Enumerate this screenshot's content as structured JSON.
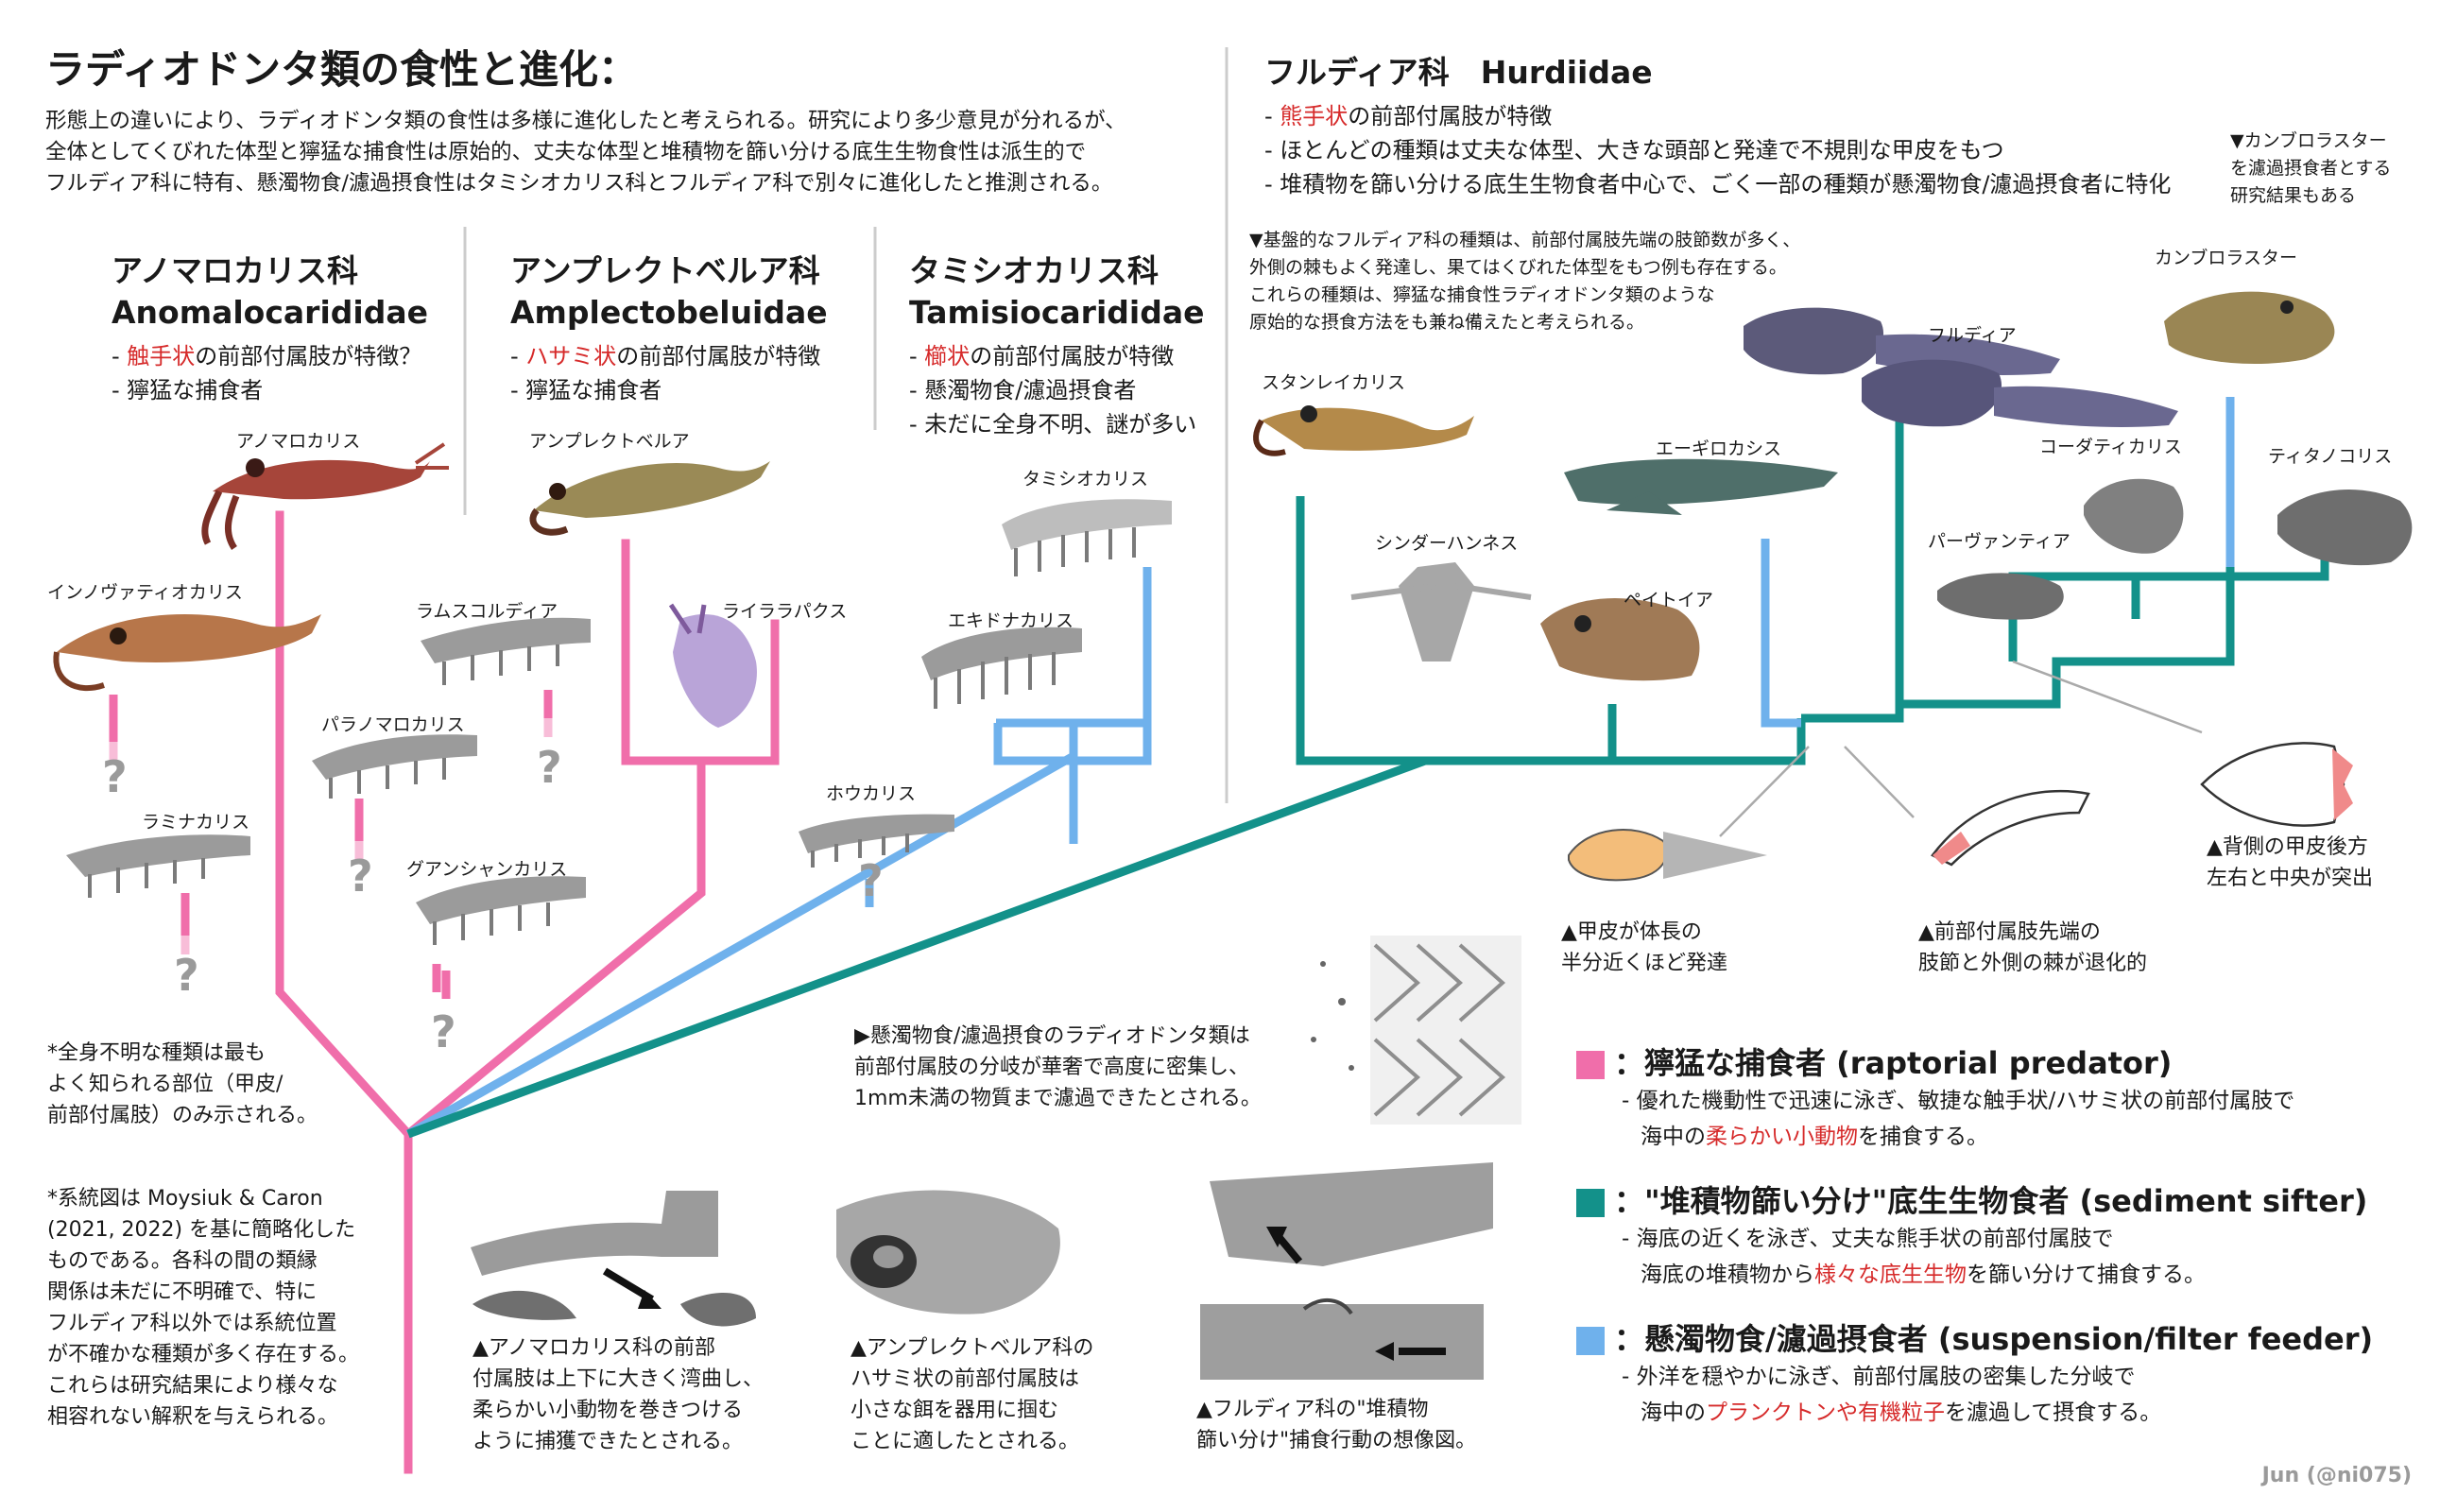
{
  "title": "ラディオドンタ類の食性と進化：",
  "intro": [
    "形態上の違いにより、ラディオドンタ類の食性は多様に進化したと考えられる。研究により多少意見が分れるが、",
    "全体としてくびれた体型と獰猛な捕食性は原始的、丈夫な体型と堆積物を篩い分ける底生生物食性は派生的で",
    "フルディア科に特有、懸濁物食/濾過摂食性はタミシオカリス科とフルディア科で別々に進化したと推測される。"
  ],
  "families": {
    "anomalo": {
      "jp": "アノマロカリス科",
      "en": "Anomalocarididae",
      "b1_pre": "- ",
      "b1_red": "触手状",
      "b1_post": "の前部付属肢が特徴？",
      "b2": "- 獰猛な捕食者"
    },
    "amplecto": {
      "jp": "アンプレクトベルア科",
      "en": "Amplectobeluidae",
      "b1_pre": "- ",
      "b1_red": "ハサミ状",
      "b1_post": "の前部付属肢が特徴",
      "b2": "- 獰猛な捕食者"
    },
    "tamisio": {
      "jp": "タミシオカリス科",
      "en": "Tamisiocarididae",
      "b1_pre": "- ",
      "b1_red": "櫛状",
      "b1_post": "の前部付属肢が特徴",
      "b2": "- 懸濁物食/濾過摂食者",
      "b3": "- 未だに全身不明、謎が多い"
    },
    "hurdi": {
      "jp": "フルディア科",
      "en": "Hurdiidae",
      "b1_pre": "- ",
      "b1_red": "熊手状",
      "b1_post": "の前部付属肢が特徴",
      "b2": "- ほとんどの種類は丈夫な体型、大きな頭部と発達で不規則な甲皮をもつ",
      "b3": "- 堆積物を篩い分ける底生生物食者中心で、ごく一部の種類が懸濁物食/濾過摂食者に特化"
    }
  },
  "cambro_note": [
    "▼カンブロラスター",
    "を濾過摂食者とする",
    "研究結果もある"
  ],
  "hurdi_note": [
    "▼基盤的なフルディア科の種類は、前部付属肢先端の肢節数が多く、",
    "外側の棘もよく発達し、果てはくびれた体型をもつ例も存在する。",
    "これらの種類は、獰猛な捕食性ラディオドンタ類のような",
    "原始的な摂食方法をも兼ね備えたと考えられる。"
  ],
  "taxa": {
    "anomalocaris": "アノマロカリス",
    "innovatiocaris": "インノヴァティオカリス",
    "laminacaris": "ラミナカリス",
    "paranomalocaris": "パラノマロカリス",
    "ramskoeldia": "ラムスコルディア",
    "amplectobelua": "アンプレクトベルア",
    "lyrarapax": "ライララパクス",
    "guanshancaris": "グアンシャンカリス",
    "tamisiocaris": "タミシオカリス",
    "echidnacaris": "エキドナカリス",
    "houcaris": "ホウカリス",
    "stanleycaris": "スタンレイカリス",
    "schinderhannes": "シンダーハンネス",
    "aegirocassis": "エーギロカシス",
    "peytoia": "ペイトイア",
    "hurdia": "フルディア",
    "cambroraster": "カンブロラスター",
    "cordaticaris": "コーダティカリス",
    "titanokorys": "ティタノコリス",
    "pahvantia": "パーヴァンティア"
  },
  "qmark": "?",
  "feature_notes": {
    "carapace": [
      "▲甲皮が体長の",
      "半分近くほど発達"
    ],
    "appendage": [
      "▲前部付属肢先端の",
      "肢節と外側の棘が退化的"
    ],
    "dorsal": [
      "▲背側の甲皮後方",
      "左右と中央が突出"
    ]
  },
  "left_notes": {
    "n1": [
      "*全身不明な種類は最も",
      "よく知られる部位（甲皮/",
      "前部付属肢）のみ示される。"
    ],
    "n2": [
      "*系統図は Moysiuk & Caron",
      "(2021, 2022) を基に簡略化した",
      "ものである。各科の間の類縁",
      "関係は未だに不明確で、特に",
      "フルディア科以外では系統位置",
      "が不確かな種類が多く存在する。",
      "これらは研究結果により様々な",
      "相容れない解釈を与えられる。"
    ]
  },
  "filter_note": [
    "▶懸濁物食/濾過摂食のラディオドンタ類は",
    "前部付属肢の分岐が華奢で高度に密集し、",
    "1mm未満の物質まで濾過できたとされる。"
  ],
  "captions": {
    "c1": [
      "▲アノマロカリス科の前部",
      "付属肢は上下に大きく湾曲し、",
      "柔らかい小動物を巻きつける",
      "ように捕獲できたとされる。"
    ],
    "c2": [
      "▲アンプレクトベルア科の",
      "ハサミ状の前部付属肢は",
      "小さな餌を器用に掴む",
      "ことに適したとされる。"
    ],
    "c3": [
      "▲フルディア科の\"堆積物",
      "篩い分け\"捕食行動の想像図。"
    ]
  },
  "legend": [
    {
      "color": "#f06eaa",
      "head": "：獰猛な捕食者 (raptorial predator)",
      "l1": "- 優れた機動性で迅速に泳ぎ、敏捷な触手状/ハサミ状の前部付属肢で",
      "l2_pre": "海中の",
      "l2_red": "柔らかい小動物",
      "l2_post": "を捕食する。"
    },
    {
      "color": "#13918a",
      "head": "：\"堆積物篩い分け\"底生生物食者 (sediment sifter)",
      "l1": "- 海底の近くを泳ぎ、丈夫な熊手状の前部付属肢で",
      "l2_pre": "海底の堆積物から",
      "l2_red": "様々な底生生物",
      "l2_post": "を篩い分けて捕食する。"
    },
    {
      "color": "#6fb1ec",
      "head": "：懸濁物食/濾過摂食者 (suspension/filter feeder)",
      "l1": "- 外洋を穏やかに泳ぎ、前部付属肢の密集した分岐で",
      "l2_pre": "海中の",
      "l2_red": "プランクトンや有機粒子",
      "l2_post": "を濾過して摂食する。"
    }
  ],
  "credit": "Jun (@ni075)",
  "colors": {
    "pink": "#f06eaa",
    "teal": "#13918a",
    "blue": "#6fb1ec",
    "red": "#d62a2a",
    "gray": "#8a8a8a"
  }
}
